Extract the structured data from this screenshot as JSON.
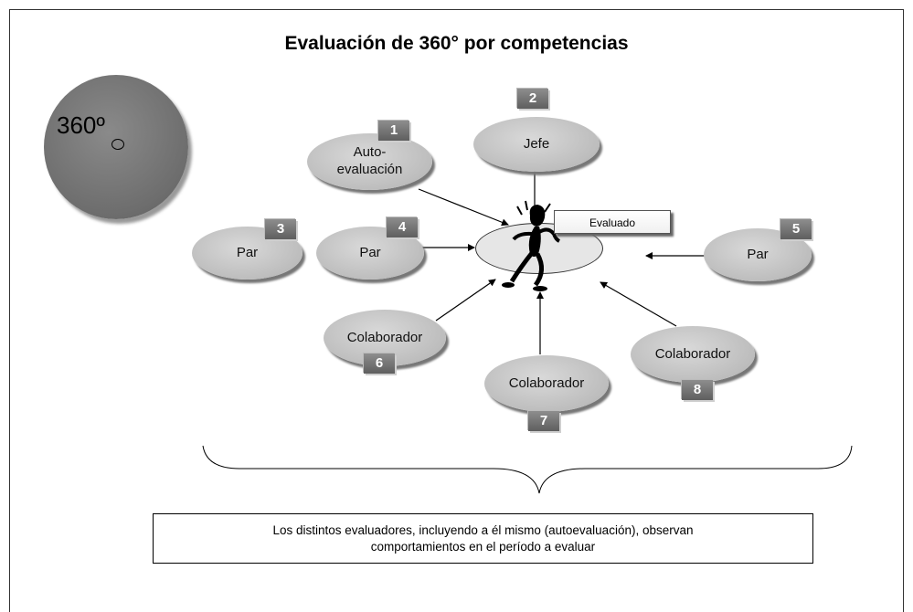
{
  "title": "Evaluación de 360° por competencias",
  "badge_360": "360º",
  "evaluado_label": "Evaluado",
  "nodes": [
    {
      "num": "1",
      "label": "Auto-\nevaluación"
    },
    {
      "num": "2",
      "label": "Jefe"
    },
    {
      "num": "3",
      "label": "Par"
    },
    {
      "num": "4",
      "label": "Par"
    },
    {
      "num": "5",
      "label": "Par"
    },
    {
      "num": "6",
      "label": "Colaborador"
    },
    {
      "num": "7",
      "label": "Colaborador"
    },
    {
      "num": "8",
      "label": "Colaborador"
    }
  ],
  "footer": "Los distintos evaluadores, incluyendo a él mismo (autoevaluación), observan\ncomportamientos en el período a evaluar"
}
